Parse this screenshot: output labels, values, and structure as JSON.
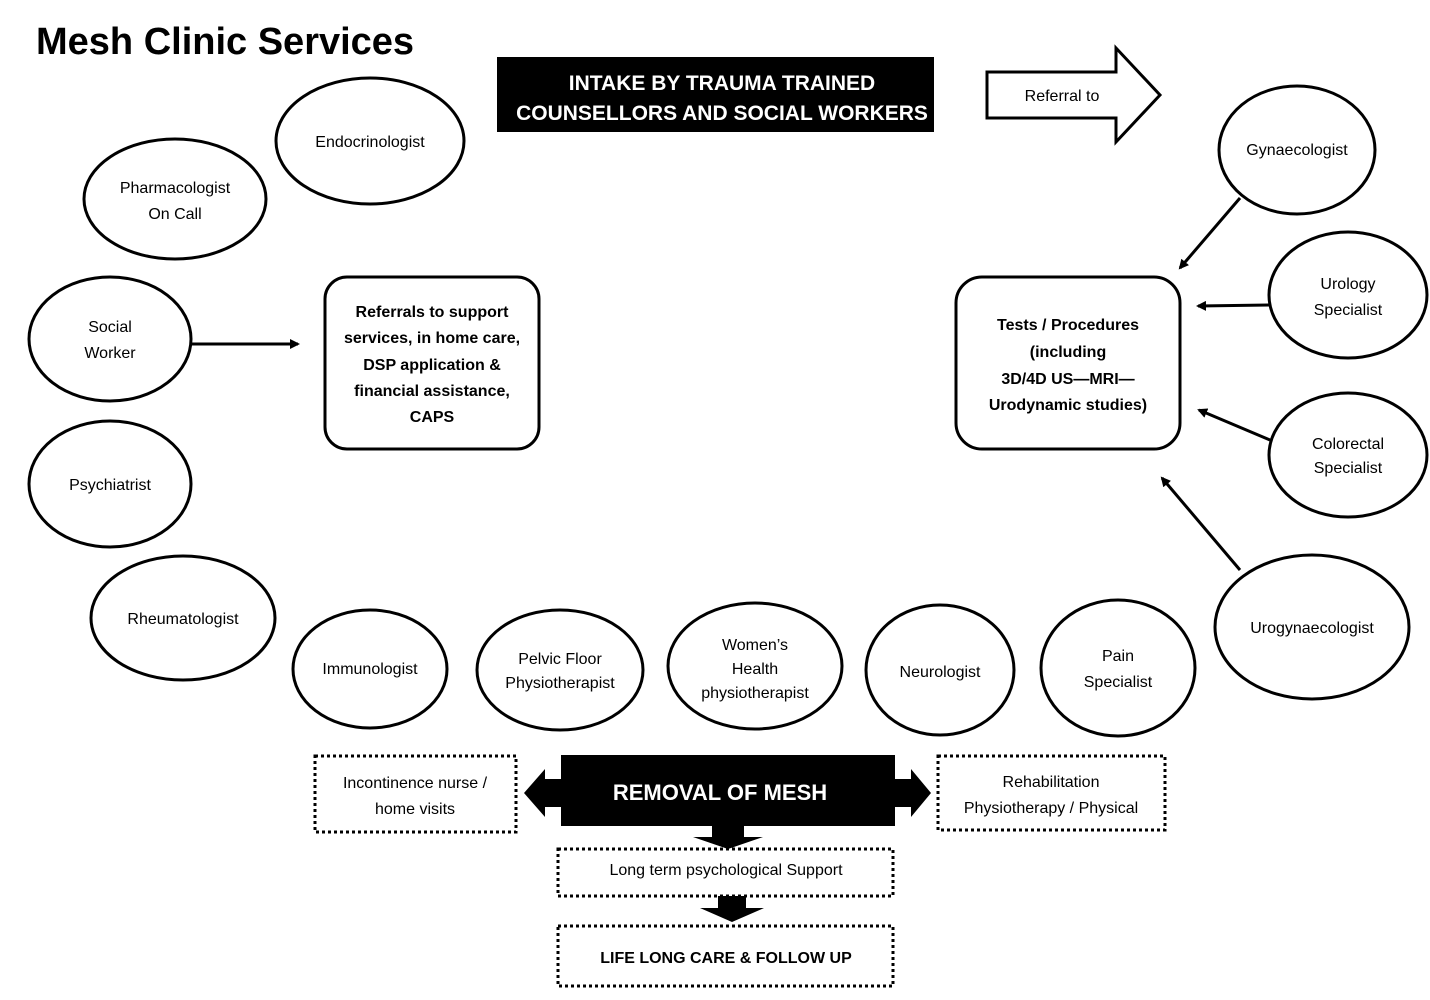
{
  "title": "Mesh Clinic Services",
  "colors": {
    "ink": "#000000",
    "paper": "#ffffff"
  },
  "intake": {
    "lines": [
      "INTAKE BY TRAUMA TRAINED",
      "COUNSELLORS AND SOCIAL WORKERS"
    ]
  },
  "referral_arrow": {
    "label": "Referral to"
  },
  "left_specialists": [
    {
      "id": "endocrinologist",
      "lines": [
        "Endocrinologist"
      ]
    },
    {
      "id": "pharmacologist",
      "lines": [
        "Pharmacologist",
        "On Call"
      ]
    },
    {
      "id": "social-worker",
      "lines": [
        "Social",
        "Worker"
      ]
    },
    {
      "id": "psychiatrist",
      "lines": [
        "Psychiatrist"
      ]
    },
    {
      "id": "rheumatologist",
      "lines": [
        "Rheumatologist"
      ]
    }
  ],
  "bottom_specialists": [
    {
      "id": "immunologist",
      "lines": [
        "Immunologist"
      ]
    },
    {
      "id": "pelvic-floor-physiotherapist",
      "lines": [
        "Pelvic Floor",
        "Physiotherapist"
      ]
    },
    {
      "id": "womens-health-physiotherapist",
      "lines": [
        "Women’s",
        "Health",
        "physiotherapist"
      ]
    },
    {
      "id": "neurologist",
      "lines": [
        "Neurologist"
      ]
    },
    {
      "id": "pain-specialist",
      "lines": [
        "Pain",
        "Specialist"
      ]
    }
  ],
  "right_specialists": [
    {
      "id": "gynaecologist",
      "lines": [
        "Gynaecologist"
      ]
    },
    {
      "id": "urology-specialist",
      "lines": [
        "Urology",
        "Specialist"
      ]
    },
    {
      "id": "colorectal-specialist",
      "lines": [
        "Colorectal",
        "Specialist"
      ]
    },
    {
      "id": "urogynaecologist",
      "lines": [
        "Urogynaecologist"
      ]
    }
  ],
  "support_box": {
    "lines": [
      "Referrals to support",
      "services, in home care,",
      "DSP application &",
      "financial assistance,",
      "CAPS"
    ]
  },
  "tests_box": {
    "lines": [
      "Tests / Procedures",
      "(including",
      "3D/4D US—MRI—",
      "Urodynamic studies)"
    ]
  },
  "removal": {
    "label": "REMOVAL OF MESH"
  },
  "incontinence_box": {
    "lines": [
      "Incontinence nurse /",
      "home visits"
    ]
  },
  "rehab_box": {
    "lines": [
      "Rehabilitation",
      "Physiotherapy / Physical"
    ]
  },
  "psych_support_box": {
    "label": "Long term psychological Support"
  },
  "lifelong_box": {
    "label": "LIFE LONG CARE & FOLLOW UP"
  }
}
